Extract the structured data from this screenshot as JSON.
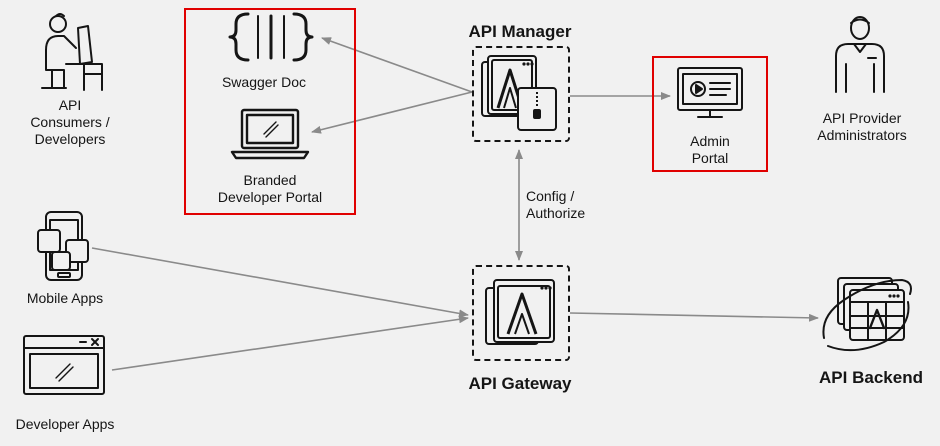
{
  "nodes": {
    "api_consumers": {
      "label": "API\nConsumers /\nDevelopers",
      "icon": "developer-at-desk-icon"
    },
    "swagger_doc": {
      "label": "Swagger Doc",
      "icon": "curly-braces-icon"
    },
    "branded_portal": {
      "label": "Branded\nDeveloper Portal",
      "icon": "laptop-icon"
    },
    "api_manager": {
      "label": "API Manager",
      "icon": "api-manager-icon"
    },
    "admin_portal": {
      "label": "Admin\nPortal",
      "icon": "monitor-icon"
    },
    "api_provider": {
      "label": "API Provider\nAdministrators",
      "icon": "person-icon"
    },
    "mobile_apps": {
      "label": "Mobile Apps",
      "icon": "mobile-apps-icon"
    },
    "developer_apps": {
      "label": "Developer Apps",
      "icon": "app-window-icon"
    },
    "api_gateway": {
      "label": "API Gateway",
      "icon": "api-gateway-icon"
    },
    "api_backend": {
      "label": "API Backend",
      "icon": "api-backend-icon"
    }
  },
  "edges": {
    "config_authorize": "Config /\nAuthorize"
  },
  "colors": {
    "background": "#f1f1f1",
    "highlight_border": "#e00000",
    "stroke": "#151515",
    "arrow": "#8a8a8a"
  }
}
